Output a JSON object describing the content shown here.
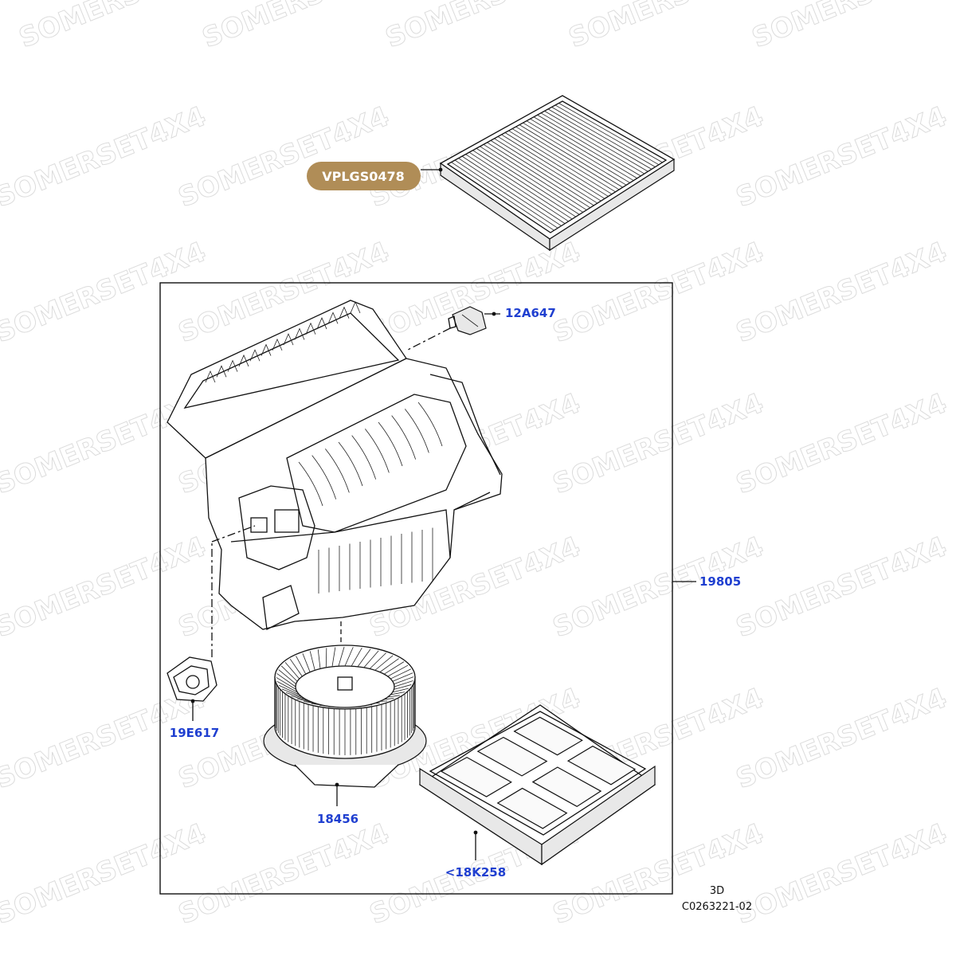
{
  "watermark": {
    "text": "SOMERSET4X4"
  },
  "filter_callout": {
    "label": "VPLGS0478",
    "color": "#b08d57"
  },
  "parts": [
    {
      "id": "12A647"
    },
    {
      "id": "19805"
    },
    {
      "id": "19E617"
    },
    {
      "id": "18456"
    },
    {
      "id": "<18K258"
    }
  ],
  "view_code": "3D",
  "illustration_ref": "C0263221-02",
  "colors": {
    "part_label": "#1f3fd0",
    "line": "#111111"
  }
}
